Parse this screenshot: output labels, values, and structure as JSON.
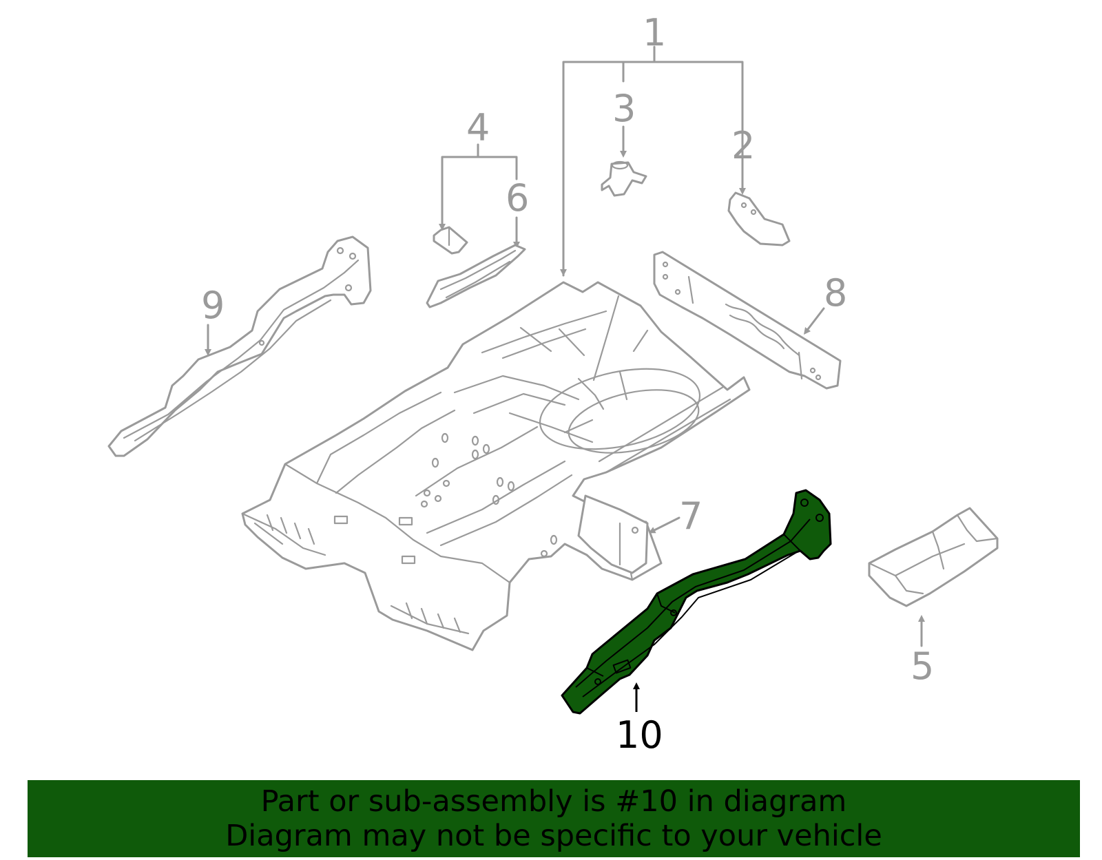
{
  "callouts": {
    "c1": "1",
    "c2": "2",
    "c3": "3",
    "c4": "4",
    "c5": "5",
    "c6": "6",
    "c7": "7",
    "c8": "8",
    "c9": "9",
    "c10": "10"
  },
  "highlighted_part": "10",
  "colors": {
    "highlight": "#0f5a0a",
    "line": "#9a9a9a",
    "banner_bg": "#0f5a0a",
    "banner_text": "#000000"
  },
  "banner": {
    "line1": "Part or sub-assembly is #10 in diagram",
    "line2": "Diagram may not be specific to your vehicle"
  }
}
